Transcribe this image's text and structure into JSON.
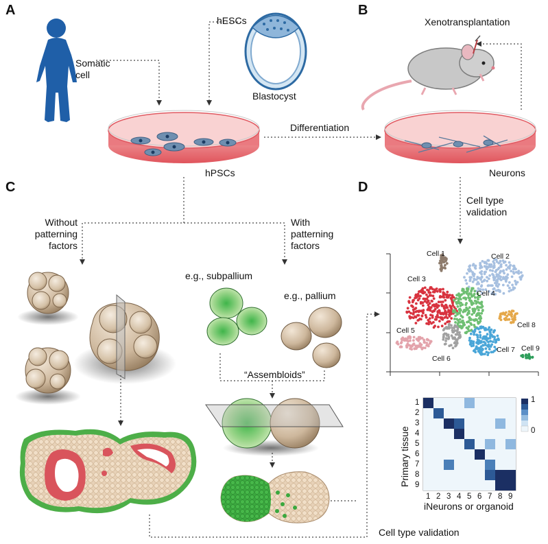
{
  "panels": {
    "a": "A",
    "b": "B",
    "c": "C",
    "d": "D"
  },
  "labels": {
    "somatic_cell": "Somatic cell",
    "hescs": "hESCs",
    "blastocyst": "Blastocyst",
    "hpscs": "hPSCs",
    "differentiation": "Differentiation",
    "xenotransplantation": "Xenotransplantation",
    "neurons": "Neurons",
    "cell_type_validation_d": "Cell type validation",
    "without_patterning": "Without patterning factors",
    "with_patterning": "With patterning factors",
    "subpallium": "e.g., subpallium",
    "pallium": "e.g., pallium",
    "assembloids": "“Assembloids”",
    "cell_type_validation_bottom": "Cell type validation"
  },
  "scatter": {
    "clusters": [
      {
        "name": "Cell 1",
        "color": "#8d7b6c"
      },
      {
        "name": "Cell 2",
        "color": "#a7c0e0"
      },
      {
        "name": "Cell 3",
        "color": "#d8333f"
      },
      {
        "name": "Cell 4",
        "color": "#6fbf73"
      },
      {
        "name": "Cell 5",
        "color": "#e3a3ab"
      },
      {
        "name": "Cell 6",
        "color": "#a1a1a1"
      },
      {
        "name": "Cell 7",
        "color": "#4aa6d8"
      },
      {
        "name": "Cell 8",
        "color": "#e5a84a"
      },
      {
        "name": "Cell 9",
        "color": "#2e9e5b"
      }
    ]
  },
  "heatmap": {
    "ylabel": "Primary tissue",
    "xlabel": "iNeurons or organoid",
    "row_labels": [
      "1",
      "2",
      "3",
      "4",
      "5",
      "6",
      "7",
      "8",
      "9"
    ],
    "col_labels": [
      "1",
      "2",
      "3",
      "4",
      "5",
      "6",
      "7",
      "8",
      "9"
    ],
    "colorbar_max": "1",
    "colorbar_min": "0",
    "values": [
      [
        1,
        0,
        0,
        0,
        0.55,
        0,
        0,
        0,
        0
      ],
      [
        0,
        0.8,
        0,
        0,
        0,
        0,
        0,
        0,
        0
      ],
      [
        0,
        0,
        1,
        0.8,
        0,
        0,
        0,
        0.55,
        0
      ],
      [
        0,
        0,
        0,
        1,
        0,
        0,
        0,
        0,
        0
      ],
      [
        0,
        0,
        0,
        0,
        0.8,
        0,
        0.55,
        0,
        0.55
      ],
      [
        0,
        0,
        0,
        0,
        0,
        1,
        0,
        0,
        0
      ],
      [
        0,
        0,
        0.75,
        0,
        0,
        0,
        0.75,
        0,
        0
      ],
      [
        0,
        0,
        0,
        0,
        0,
        0,
        0.8,
        1,
        1
      ],
      [
        0,
        0,
        0,
        0,
        0,
        0,
        0,
        1,
        1
      ]
    ]
  },
  "colors": {
    "figure_blue": "#1f5fa8",
    "dish_red": "#e0545c",
    "organoid_tan": "#c9b49a",
    "subpallium_green": "#5cc24f",
    "heatmap_dark": "#1b2f63"
  }
}
